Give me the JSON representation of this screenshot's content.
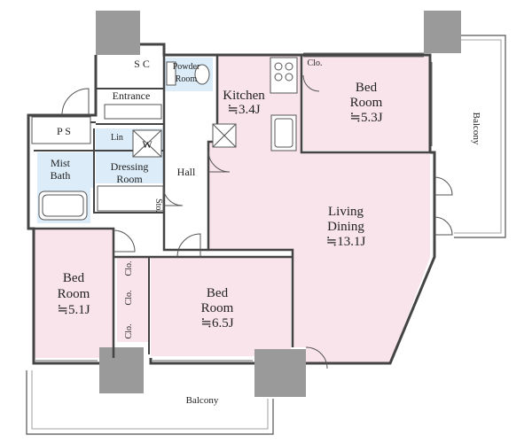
{
  "colors": {
    "room_pink": "#f9e4ec",
    "wet_blue": "#dcecf8",
    "wall_gray": "#9a9a9a",
    "line": "#444444",
    "page": "#ffffff"
  },
  "labels": {
    "sc": "S C",
    "powder_room_1": "Powder",
    "powder_room_2": "Room",
    "entrance": "Entrance",
    "kitchen": "Kitchen",
    "kitchen_size": "≒3.4J",
    "clo_kitchen_side": "Clo.",
    "bed_ne_1": "Bed",
    "bed_ne_2": "Room",
    "bed_ne_size": "≒5.3J",
    "ps": "P S",
    "lin": "Lin",
    "w": "W",
    "mist_bath_1": "Mist",
    "mist_bath_2": "Bath",
    "dressing_room_1": "Dressing",
    "dressing_room_2": "Room",
    "hall": "Hall",
    "sto": "Sto.",
    "living_1": "Living",
    "living_2": "Dining",
    "living_size": "≒13.1J",
    "balcony_east": "Balcony",
    "bed_sw_1": "Bed",
    "bed_sw_2": "Room",
    "bed_sw_size": "≒5.1J",
    "clo_1": "Clo.",
    "clo_2": "Clo.",
    "clo_3": "Clo.",
    "bed_s_1": "Bed",
    "bed_s_2": "Room",
    "bed_s_size": "≒6.5J",
    "balcony_south": "Balcony"
  }
}
